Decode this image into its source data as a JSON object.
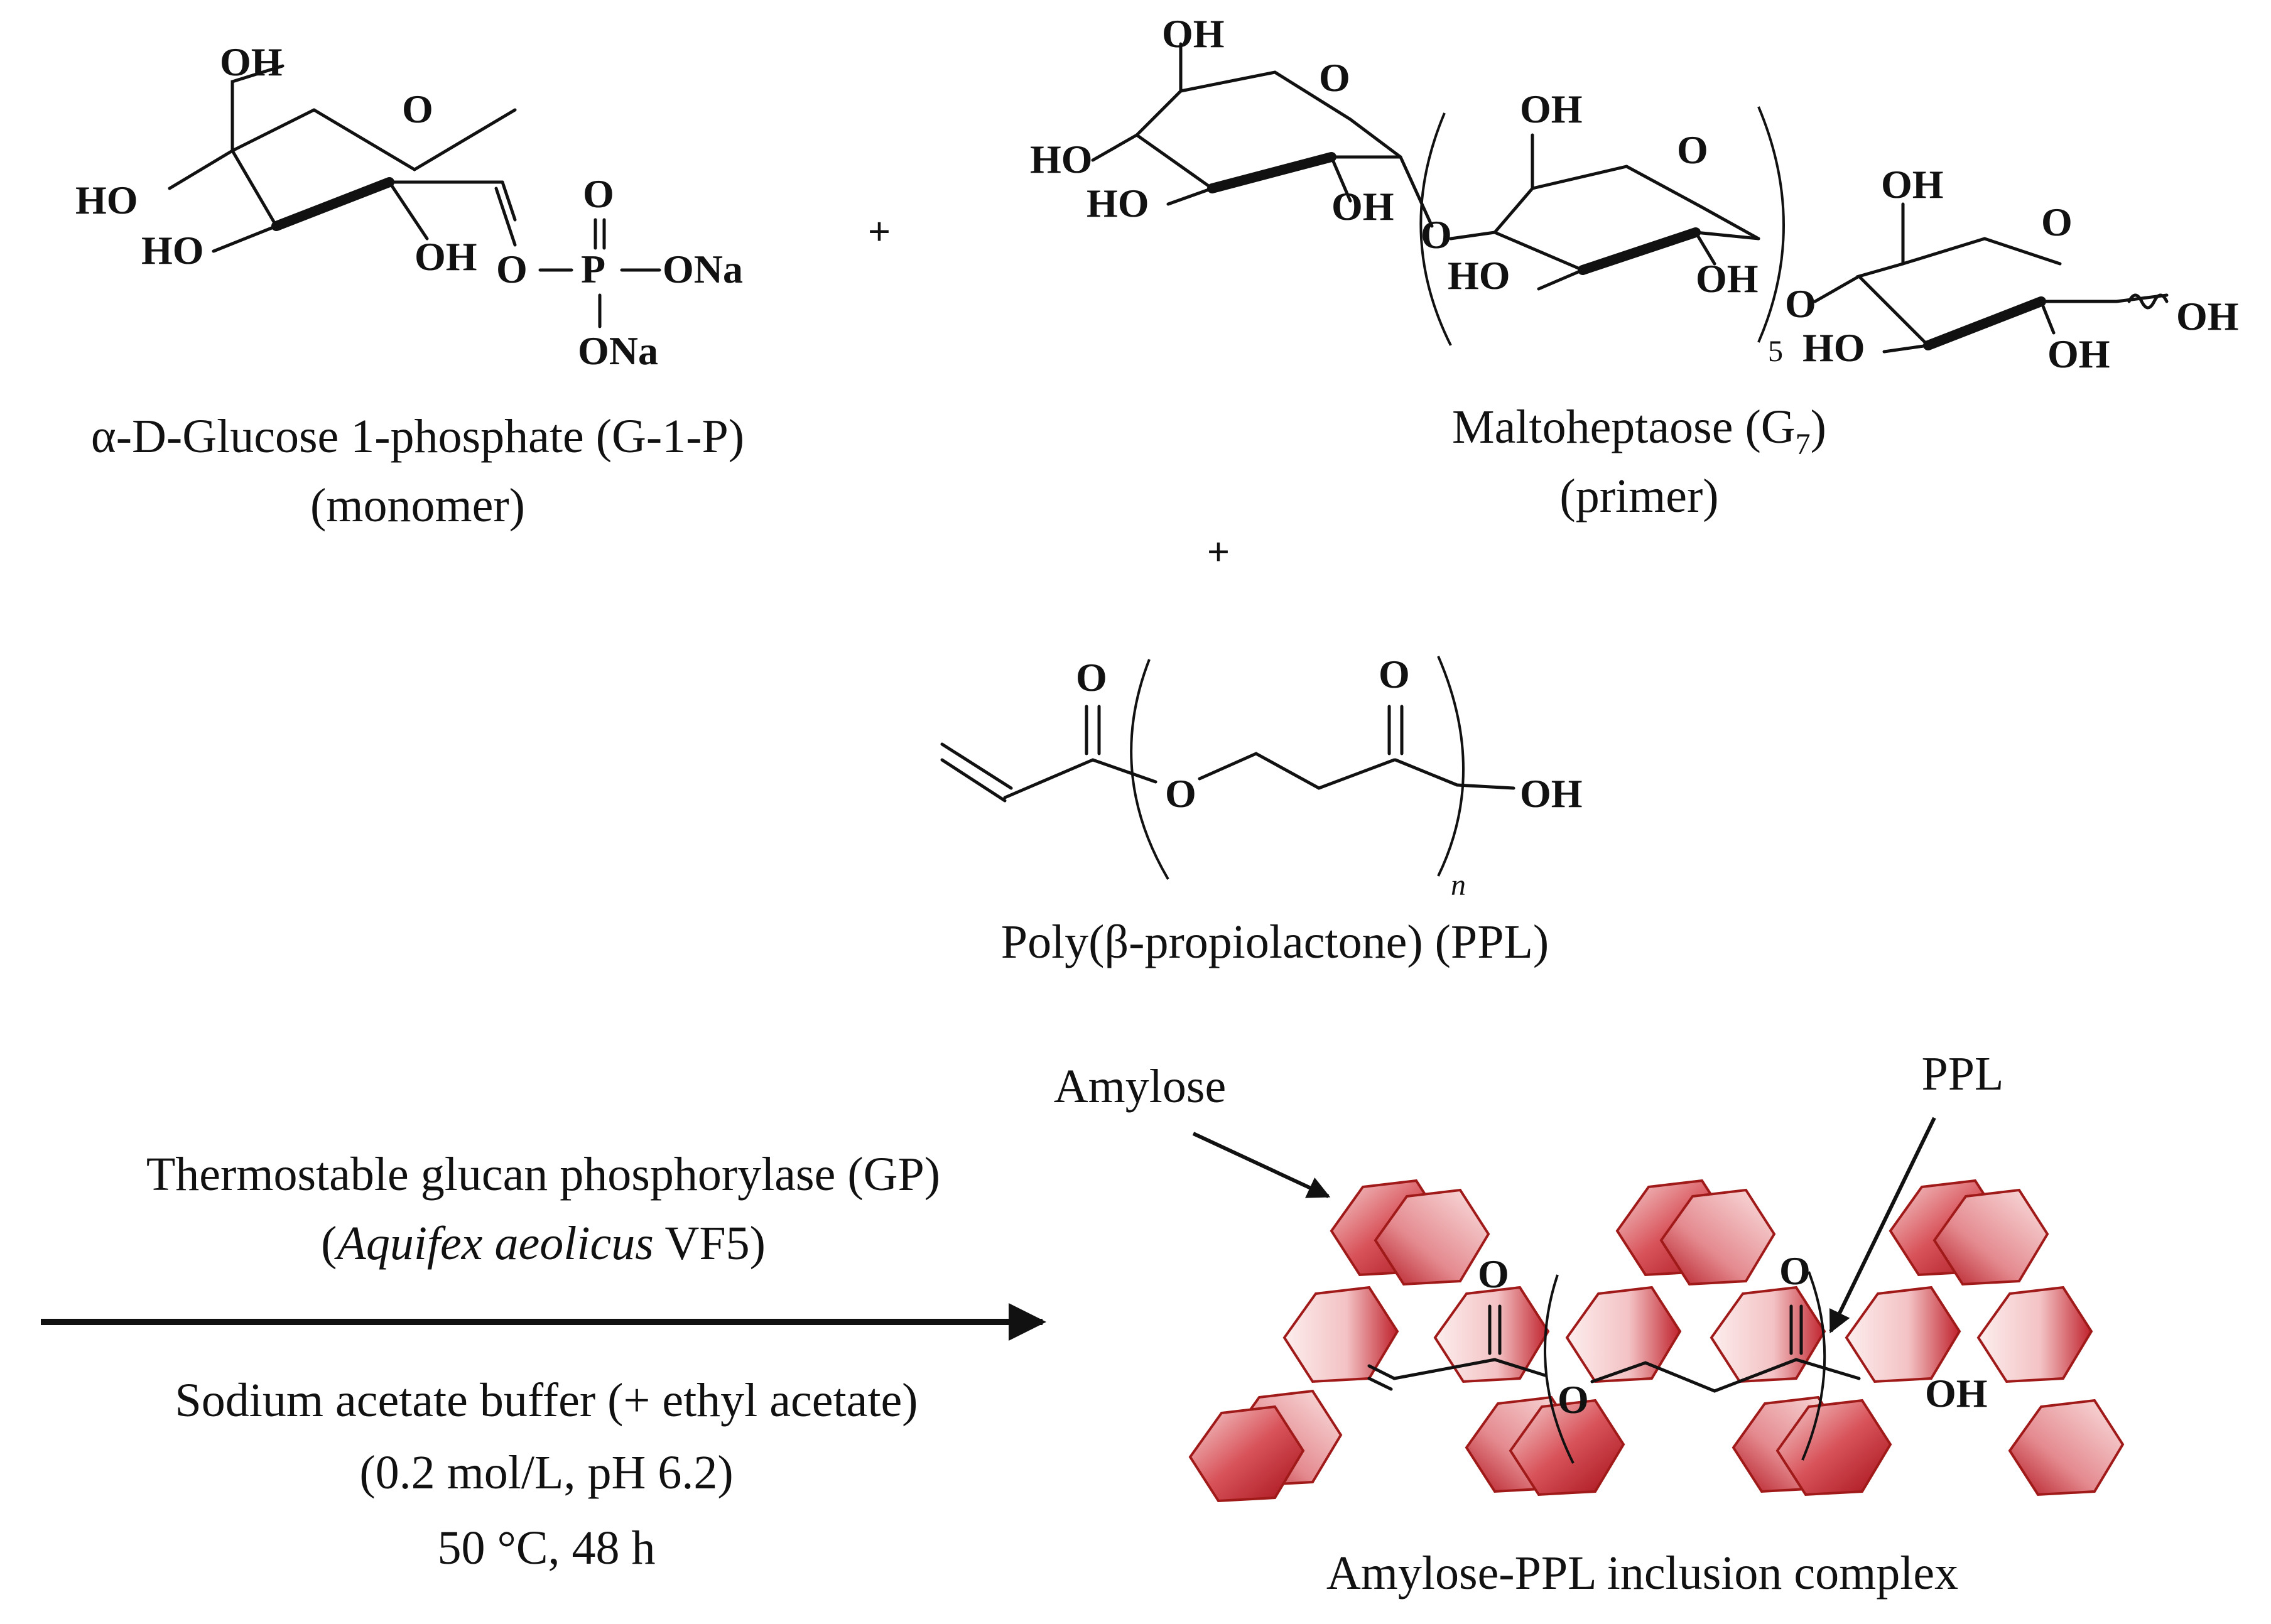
{
  "colors": {
    "ink": "#111111",
    "glucose_unit_fill_dark": "#b3141e",
    "glucose_unit_fill_light": "#f6d3d3",
    "glucose_unit_stroke": "#a11a1a"
  },
  "monomer": {
    "name": "α-D-Glucose 1-phosphate (G-1-P)",
    "role": "(monomer)",
    "atoms": {
      "oh_top": "OH",
      "ring_o": "O",
      "ho_left": "HO",
      "ho_bottom": "HO",
      "oh_c2": "OH",
      "o_link": "O",
      "p": "P",
      "o_double": "O",
      "ona_right": "ONa",
      "ona_bottom": "ONa"
    }
  },
  "primer": {
    "name_main": "Maltoheptaose (G",
    "name_sub": "7",
    "name_close": ")",
    "role": "(primer)",
    "repeat_count": "5",
    "atoms": {
      "r1_oh_top": "OH",
      "r1_ring_o": "O",
      "r1_ho_left": "HO",
      "r1_ho_bottom": "HO",
      "r1_oh_c2": "OH",
      "link1_o": "O",
      "r2_oh_top": "OH",
      "r2_ring_o": "O",
      "r2_ho_bottom": "HO",
      "r2_oh_c2": "OH",
      "link2_o": "O",
      "r3_oh_top": "OH",
      "r3_ring_o": "O",
      "r3_ho_bottom": "HO",
      "r3_oh_c2": "OH",
      "r3_oh_anomeric": "OH"
    }
  },
  "plus_signs": [
    "+",
    "+"
  ],
  "ppl": {
    "name": "Poly(β-propiolactone) (PPL)",
    "repeat_symbol": "n",
    "atoms": {
      "o_carbonyl_1": "O",
      "o_ester": "O",
      "o_carbonyl_2": "O",
      "oh_end": "OH"
    }
  },
  "conditions": {
    "enzyme": "Thermostable glucan phosphorylase (GP)",
    "source_italic": "Aquifex aeolicus",
    "source_strain": "VF5",
    "buffer": "Sodium acetate buffer (+ ethyl acetate)",
    "buffer_detail": "(0.2 mol/L, pH 6.2)",
    "temp_time": "50 °C, 48 h"
  },
  "product": {
    "callout_amylose": "Amylose",
    "callout_ppl": "PPL",
    "name": "Amylose-PPL inclusion complex",
    "atoms": {
      "o_1": "O",
      "o_2": "O",
      "o_3": "O",
      "oh": "OH"
    }
  }
}
